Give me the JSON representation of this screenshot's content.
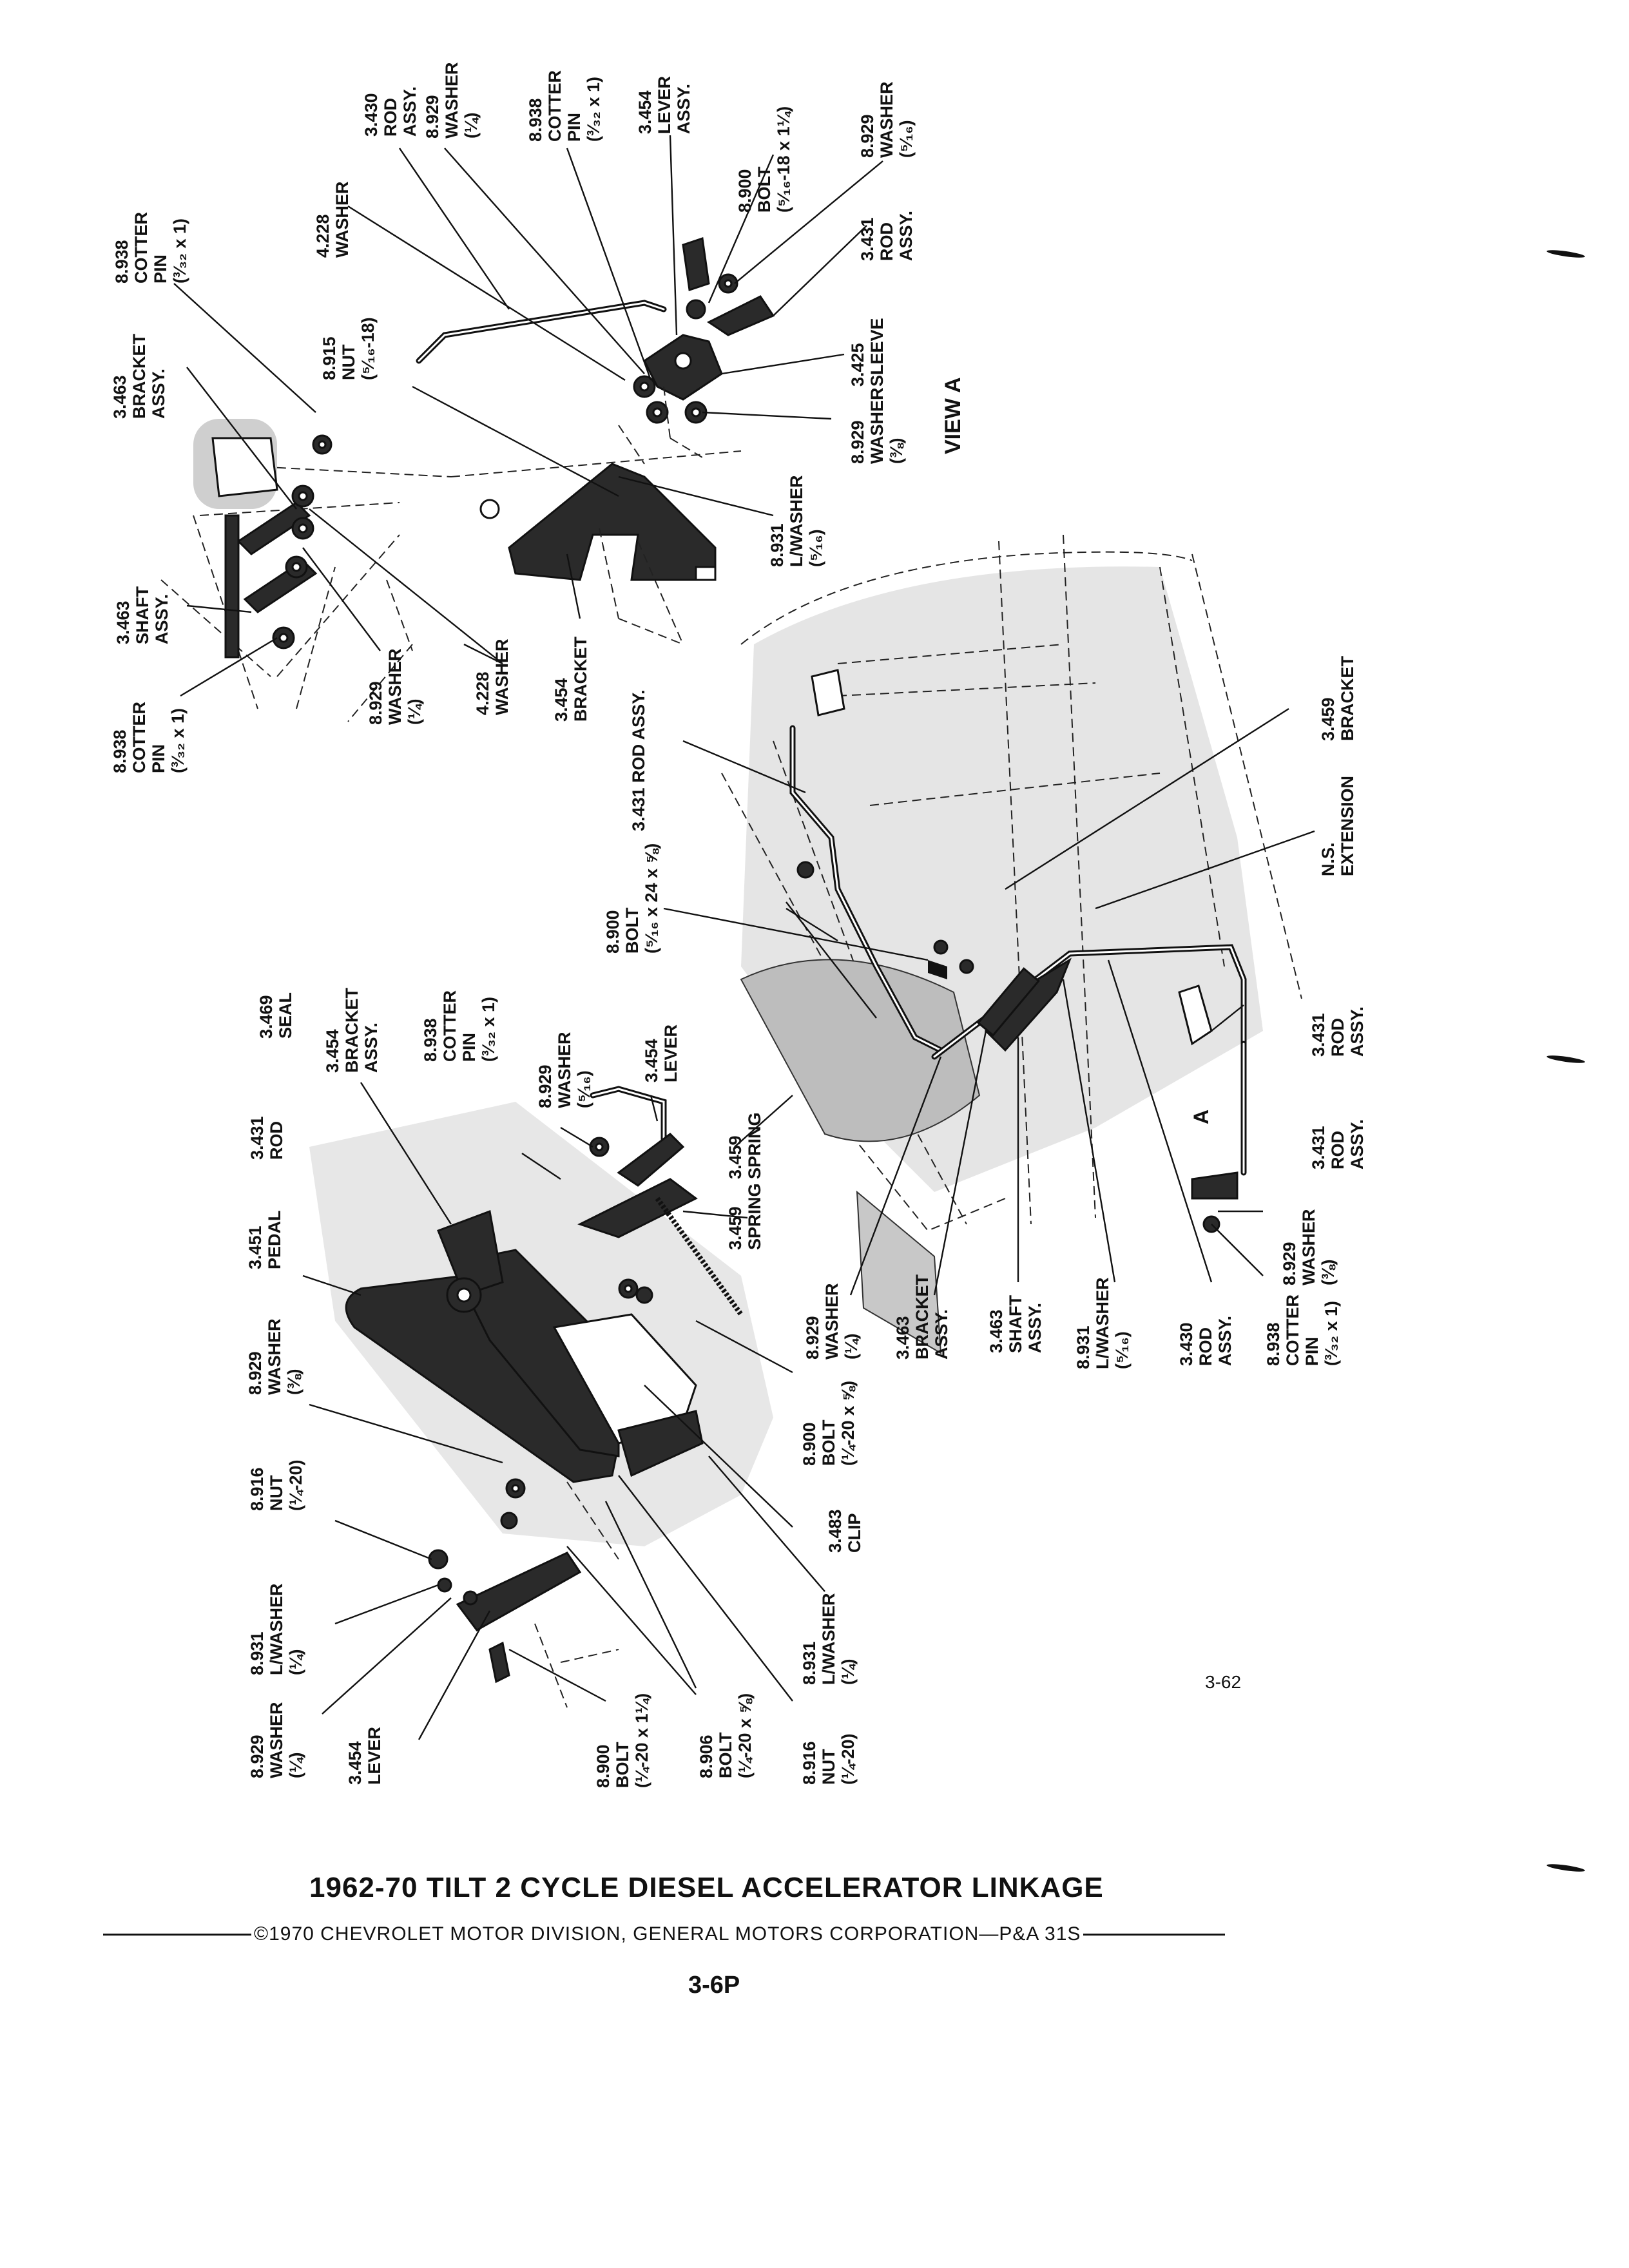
{
  "title": "1962-70 TILT 2 CYCLE DIESEL ACCELERATOR LINKAGE",
  "copyright": "©1970 CHEVROLET MOTOR DIVISION, GENERAL MOTORS CORPORATION—P&A 31S",
  "page_number": "3-6P",
  "figure_code": "3-62",
  "view_label": "VIEW A",
  "view_marker": "A",
  "callouts": {
    "c1": [
      "3.430",
      "ROD",
      "ASSY."
    ],
    "c2": [
      "8.929",
      "WASHER",
      "(¼)"
    ],
    "c3": [
      "8.938",
      "COTTER",
      "PIN",
      "(³⁄₃₂ x 1)"
    ],
    "c4": [
      "3.454",
      "LEVER",
      "ASSY."
    ],
    "c5": [
      "8.900",
      "BOLT",
      "(⁵⁄₁₆-18 x 1¼)"
    ],
    "c6": [
      "8.929",
      "WASHER",
      "(⁵⁄₁₆)"
    ],
    "c7": [
      "3.431",
      "ROD",
      "ASSY."
    ],
    "c8": [
      "4.228",
      "WASHER"
    ],
    "c9": [
      "8.938",
      "COTTER",
      "PIN",
      "(³⁄₃₂ x 1)"
    ],
    "c10": [
      "8.915",
      "NUT",
      "(⁵⁄₁₆-18)"
    ],
    "c11": [
      "3.463",
      "BRACKET",
      "ASSY."
    ],
    "c12": [
      "3.425",
      "SLEEVE"
    ],
    "c13": [
      "8.929",
      "WASHER",
      "(⅜)"
    ],
    "c14": [
      "8.931",
      "L/WASHER",
      "(⁵⁄₁₆)"
    ],
    "c15": [
      "3.463",
      "SHAFT",
      "ASSY."
    ],
    "c16": [
      "8.929",
      "WASHER",
      "(¼)"
    ],
    "c17": [
      "4.228",
      "WASHER"
    ],
    "c18": [
      "3.454",
      "BRACKET"
    ],
    "c19": [
      "8.938",
      "COTTER",
      "PIN",
      "(³⁄₃₂ x 1)"
    ],
    "c20": [
      "3.459",
      "BRACKET"
    ],
    "c21": [
      "3.431 ROD ASSY."
    ],
    "c22": [
      "N.S.",
      "EXTENSION"
    ],
    "c23": [
      "8.900",
      "BOLT",
      "(⁵⁄₁₆ x 24 x ⅝)"
    ],
    "c24": [
      "3.469",
      "SEAL"
    ],
    "c25": [
      "3.454",
      "BRACKET",
      "ASSY."
    ],
    "c26": [
      "8.938",
      "COTTER",
      "PIN",
      "(³⁄₃₂ x 1)"
    ],
    "c27": [
      "8.929",
      "WASHER",
      "(⁵⁄₁₆)"
    ],
    "c28": [
      "3.454",
      "LEVER"
    ],
    "c29": [
      "3.431",
      "ROD"
    ],
    "c30": [
      "3.459",
      "SPRING"
    ],
    "c31": [
      "3.459",
      "SPRING"
    ],
    "c32": [
      "3.451",
      "PEDAL"
    ],
    "c33": [
      "3.431",
      "ROD",
      "ASSY."
    ],
    "c34": [
      "3.431",
      "ROD",
      "ASSY."
    ],
    "c35": [
      "8.929",
      "WASHER",
      "(⅜)"
    ],
    "c36": [
      "8.916",
      "NUT",
      "(¼-20)"
    ],
    "c37": [
      "8.931",
      "L/WASHER",
      "(¼)"
    ],
    "c38": [
      "8.929",
      "WASHER",
      "(¼)"
    ],
    "c39": [
      "3.454",
      "LEVER"
    ],
    "c40": [
      "8.900",
      "BOLT",
      "(¼-20 x 1¼)"
    ],
    "c41": [
      "8.906",
      "BOLT",
      "(¼-20 x ⅝)"
    ],
    "c42": [
      "8.916",
      "NUT",
      "(¼-20)"
    ],
    "c43": [
      "8.931",
      "L/WASHER",
      "(¼)"
    ],
    "c44": [
      "3.483",
      "CLIP"
    ],
    "c45": [
      "8.900",
      "BOLT",
      "(¼-20 x ⅝)"
    ],
    "c46": [
      "8.929",
      "WASHER",
      "(¼)"
    ],
    "c47": [
      "3.463",
      "BRACKET",
      "ASSY."
    ],
    "c48": [
      "3.463",
      "SHAFT",
      "ASSY."
    ],
    "c49": [
      "8.931",
      "L/WASHER",
      "(⁵⁄₁₆)"
    ],
    "c50": [
      "3.430",
      "ROD",
      "ASSY."
    ],
    "c51": [
      "8.929",
      "WASHER",
      "(⅜)"
    ],
    "c52": [
      "8.938",
      "COTTER",
      "PIN",
      "(³⁄₃₂ x 1)"
    ]
  }
}
